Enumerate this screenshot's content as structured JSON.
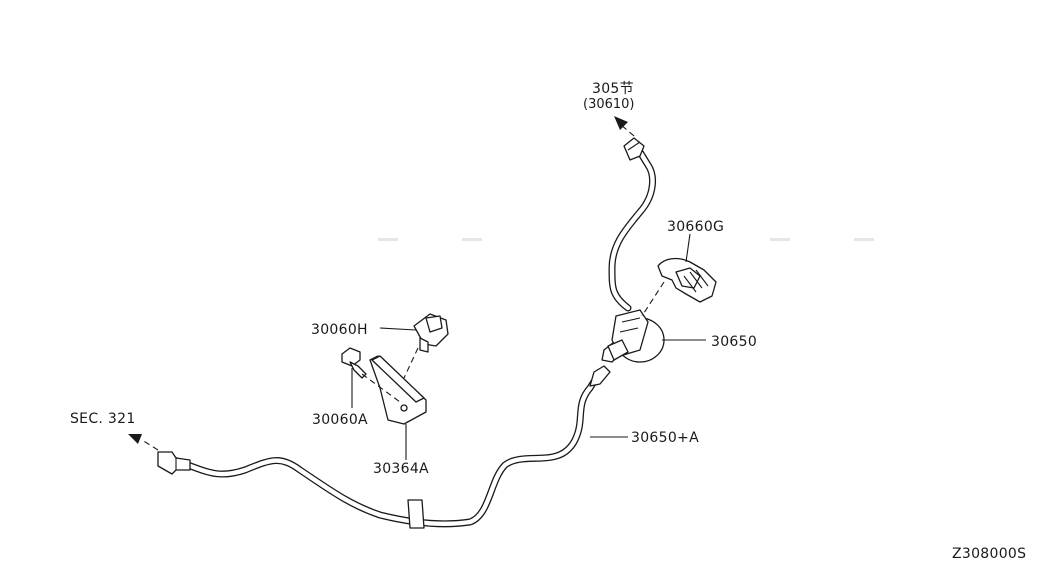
{
  "diagram": {
    "labels": {
      "upper_ref_line1": "305节",
      "upper_ref_line2": "(30610)",
      "part_30660G": "30660G",
      "part_30650": "30650",
      "part_30650A": "30650+A",
      "part_30060H": "30060H",
      "part_30060A": "30060A",
      "part_30364A": "30364A",
      "sec_ref": "SEC. 321",
      "figure_code": "Z308000S"
    },
    "icons": [
      "arrow-up-left-icon",
      "arrow-left-icon"
    ],
    "colors": {
      "line": "#1a1a1a",
      "background": "#ffffff"
    }
  }
}
